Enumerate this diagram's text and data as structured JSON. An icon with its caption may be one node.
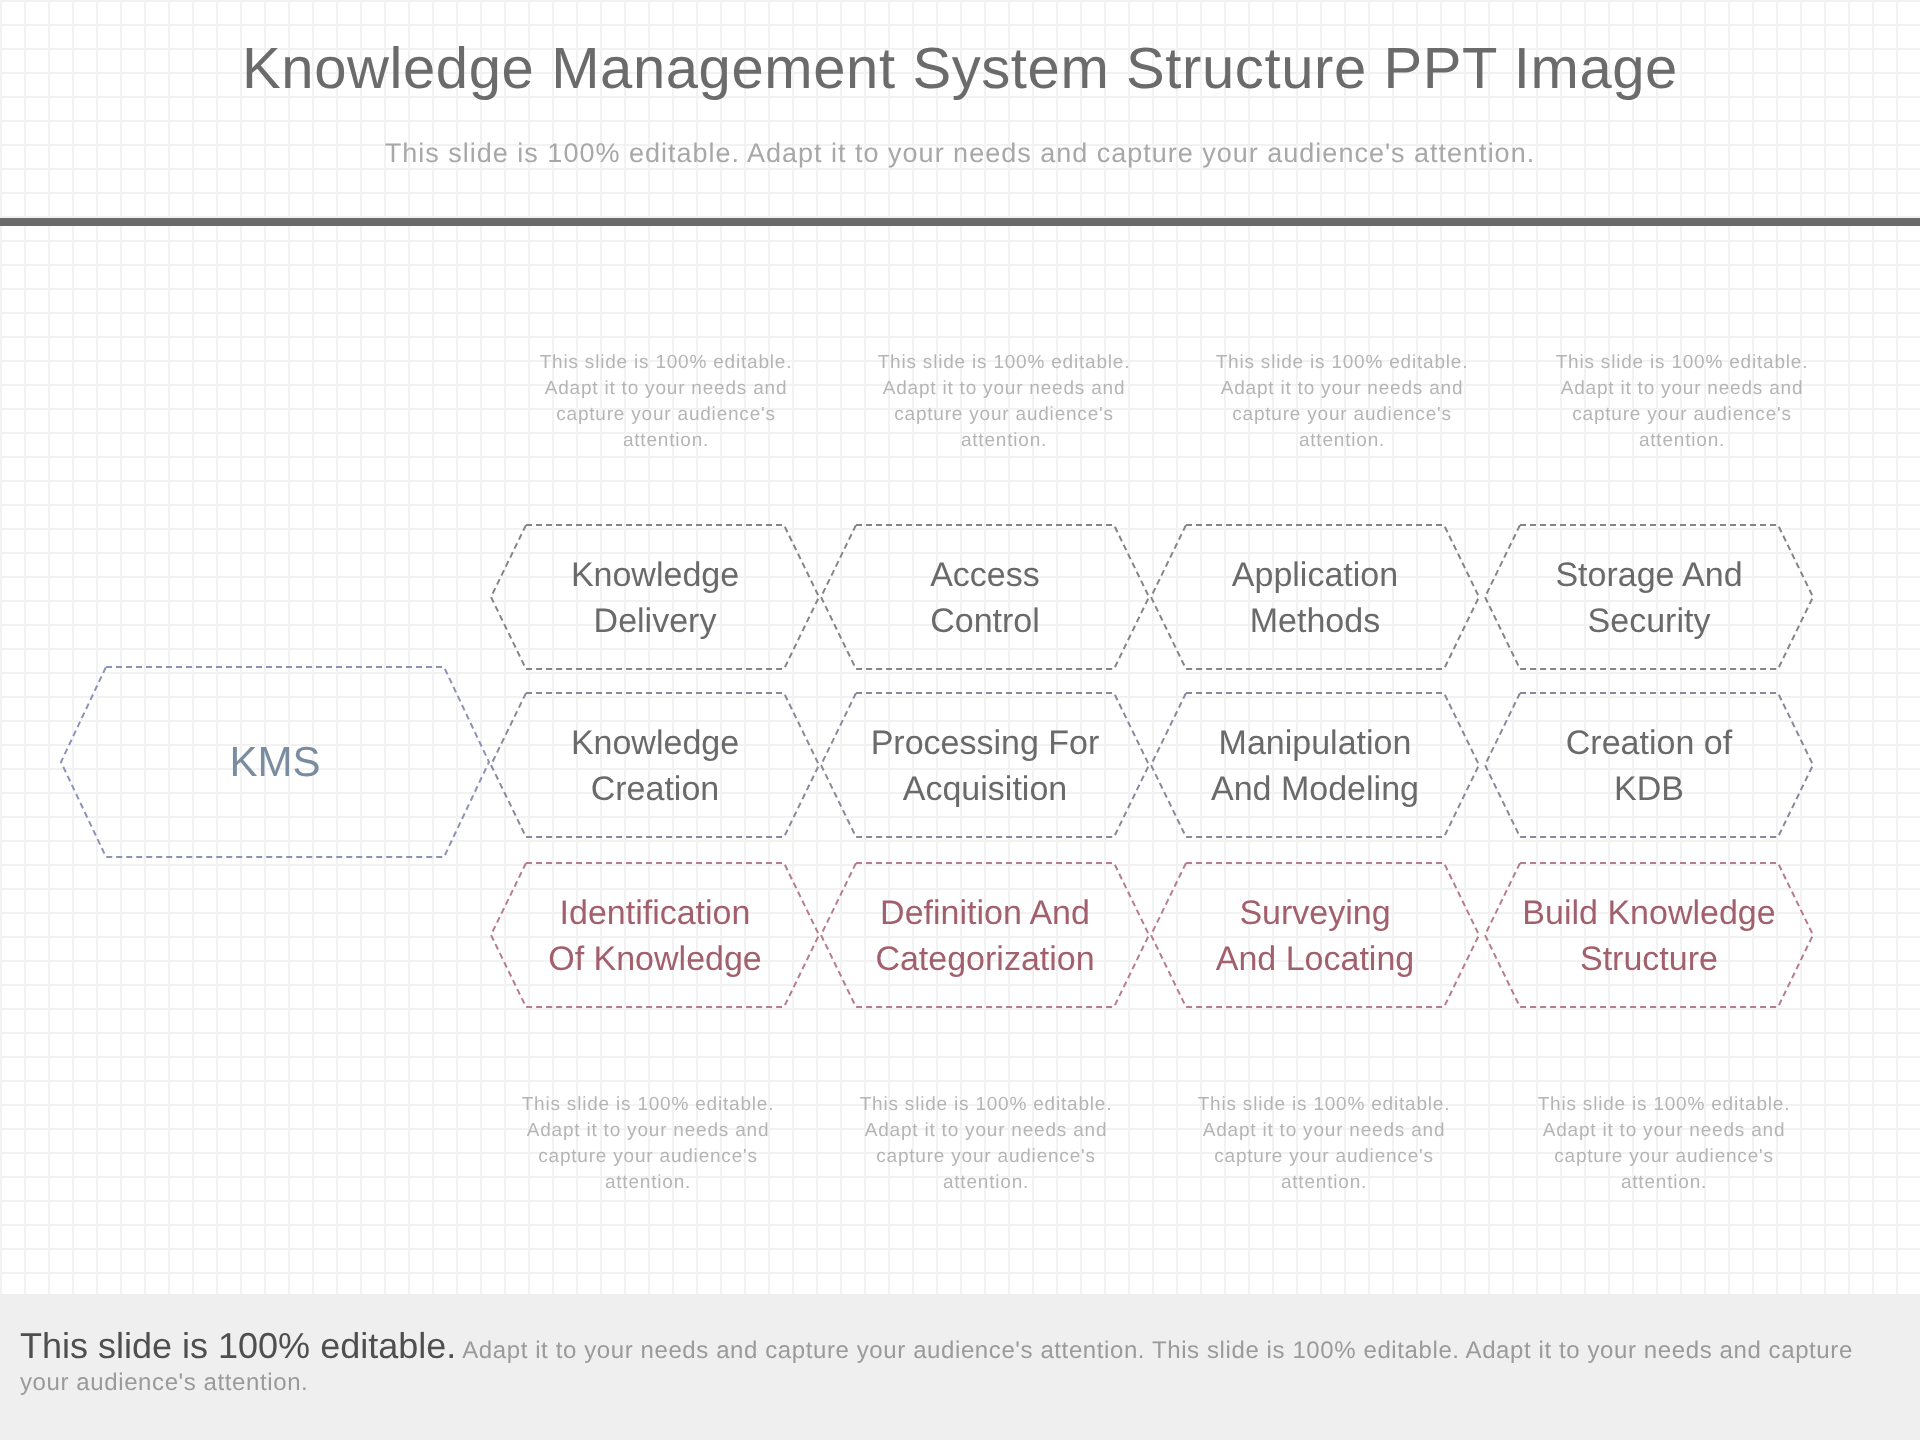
{
  "diagram": {
    "title": "Knowledge Management System Structure PPT Image",
    "nodes": [
      {
        "text": [
          "KMS"
        ]
      },
      {
        "text": [
          "Knowledge Delivery"
        ]
      },
      {
        "text": [
          "Access Control"
        ]
      },
      {
        "text": [
          "Application Methods"
        ]
      },
      {
        "text": [
          "Storage And Security"
        ]
      },
      {
        "text": [
          "Knowledge Creation"
        ]
      },
      {
        "text": [
          "Processing For Acquisition"
        ]
      },
      {
        "text": [
          "Manipulation And Modeling"
        ]
      },
      {
        "text": [
          "Creation of KDB"
        ]
      },
      {
        "text": [
          "Identification Of Knowledge"
        ]
      },
      {
        "text": [
          "Definition And Categorization"
        ]
      },
      {
        "text": [
          "Surveying And Locating"
        ]
      },
      {
        "text": [
          "Build Knowledge Structure"
        ]
      }
    ],
    "labels": [
      "This slide is 100% editable. Adapt it to your needs and capture your audience's attention.",
      "This slide is 100% editable. Adapt it to your needs and capture your audience's attention.",
      "This slide is 100% editable. Adapt it to your needs and capture your audience's attention.",
      "This slide is 100% editable. Adapt it to your needs and capture your audience's attention.",
      "This slide is 100% editable. Adapt it to your needs and capture your audience's attention.",
      "This slide is 100% editable. Adapt it to your needs and capture your audience's attention.",
      "This slide is 100% editable. Adapt it to your needs and capture your audience's attention.",
      "This slide is 100% editable. Adapt it to your needs and capture your audience's attention.",
      "This slide is 100% editable. Adapt it to your needs and capture your audience's attention.",
      "**This slide is 100% editable.** Adapt it to your needs and capture your audience's attention. This slide is 100% editable. Adapt it to your needs and capture your audience's attention."
    ]
  }
}
